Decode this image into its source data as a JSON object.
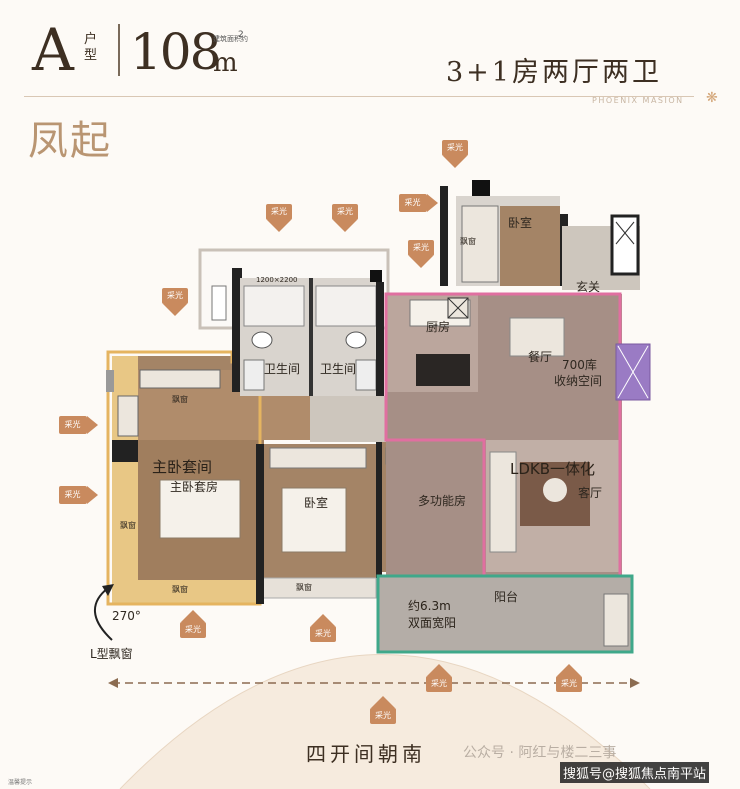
{
  "header": {
    "type_letter": "A",
    "type_label": "户型",
    "area_value": "108",
    "area_unit": "m",
    "area_superscript": "2",
    "area_note": "建筑面积约",
    "layout_title": "3+1房两厅两卫",
    "brand_en": "PHOENIX MASION",
    "series_name": "凤起"
  },
  "rooms": {
    "master_suite": "主卧套间",
    "master_bedroom": "主卧套房",
    "bay_top": "飘窗",
    "bay_side": "飘窗",
    "bay_bottom": "飘窗",
    "bay_bedroom2": "飘窗",
    "bathroom_1": "卫生间",
    "bathroom_2": "卫生间",
    "bedroom_2": "卧室",
    "multi_room": "多功能房",
    "kitchen": "厨房",
    "dining": "餐厅",
    "storage": "700库\n收纳空间",
    "storage_line1": "700库",
    "storage_line2": "收纳空间",
    "ldkb": "LDKB一体化",
    "living": "客厅",
    "balcony": "阳台",
    "balcony_dim": "约6.3m",
    "balcony_desc": "双面宽阳",
    "bedroom_top": "卧室",
    "bedroom_top_bay": "飘窗",
    "entrance": "玄关",
    "ac_platform": "1200×2200"
  },
  "annotations": {
    "l_angle": "270°",
    "l_bay": "L型飘窗",
    "sunlight": "采光",
    "orientation": "四开间朝南",
    "watermark1": "公众号 · 阿红与楼二三事",
    "watermark2": "搜狐号@搜狐焦点南平站",
    "footnote": "温馨提示"
  },
  "colors": {
    "accent": "#c98a5e",
    "master_outline": "#e5b460",
    "ldkb_outline": "#e06fa0",
    "balcony_outline": "#3fa88a",
    "storage_fill": "#9a7bc4",
    "series_text": "#b99572"
  }
}
